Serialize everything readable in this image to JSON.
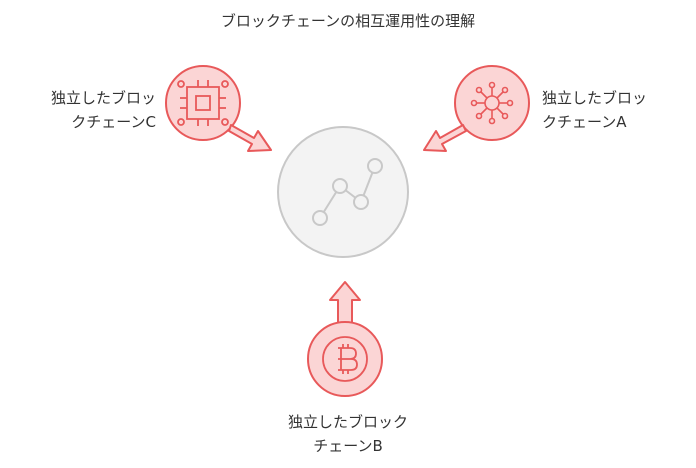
{
  "title": "ブロックチェーンの相互運用性の理解",
  "nodes": {
    "chain_c": {
      "line1": "独立したブロッ",
      "line2": "クチェーンC",
      "icon": "chip-icon"
    },
    "chain_a": {
      "line1": "独立したブロッ",
      "line2": "クチェーンA",
      "icon": "network-icon"
    },
    "chain_b": {
      "line1": "独立したブロック",
      "line2": "チェーンB",
      "icon": "bitcoin-icon"
    },
    "hub": {
      "icon": "line-chart-icon"
    }
  },
  "colors": {
    "accent": "#e8595a",
    "accent_fill": "#fbd5d5",
    "hub_fill": "#f3f3f3",
    "hub_stroke": "#c8c8c8",
    "text": "#333333"
  }
}
